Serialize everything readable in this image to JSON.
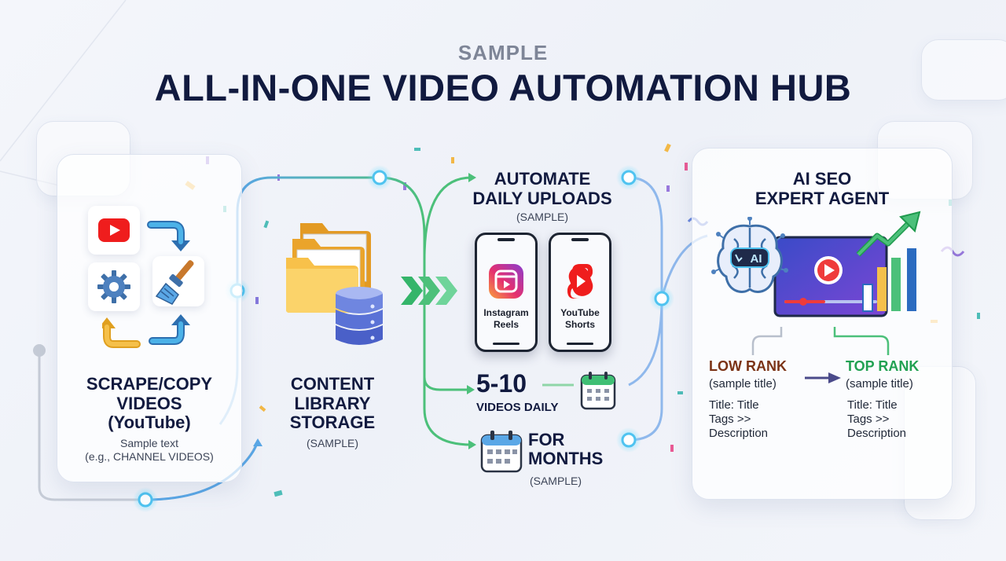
{
  "header": {
    "overline": "SAMPLE",
    "title": "ALL-IN-ONE VIDEO AUTOMATION HUB"
  },
  "scrape": {
    "title_line1": "SCRAPE/COPY",
    "title_line2": "VIDEOS",
    "title_line3": "(YouTube)",
    "note_line1": "Sample text",
    "note_line2": "(e.g., CHANNEL VIDEOS)"
  },
  "library": {
    "title_line1": "CONTENT",
    "title_line2": "LIBRARY",
    "title_line3": "STORAGE",
    "note": "(SAMPLE)"
  },
  "uploads": {
    "title_line1": "AUTOMATE",
    "title_line2": "DAILY UPLOADS",
    "note": "(SAMPLE)",
    "phone_left_line1": "Instagram",
    "phone_left_line2": "Reels",
    "phone_right_line1": "YouTube",
    "phone_right_line2": "Shorts",
    "count": "5-10",
    "count_label": "VIDEOS DAILY",
    "duration_line1": "FOR",
    "duration_line2": "MONTHS",
    "duration_note": "(SAMPLE)"
  },
  "seo": {
    "title_line1": "AI SEO",
    "title_line2": "EXPERT AGENT",
    "ai_badge": "AI",
    "low_title": "LOW RANK",
    "low_sub": "(sample title)",
    "low_line1": "Title: Title",
    "low_line2": "Tags >>",
    "low_line3": "Description",
    "top_title": "TOP RANK",
    "top_sub": "(sample title)",
    "top_line1": "Title: Title",
    "top_line2": "Tags >>",
    "top_line3": "Description"
  },
  "colors": {
    "title": "#111a3f",
    "flow_blue": "#5aa7e6",
    "flow_green": "#4cc07a",
    "low_rank": "#7b3316",
    "top_rank": "#21a152"
  },
  "icons": [
    "youtube-icon",
    "gear-icon",
    "broom-icon",
    "cycle-arrows-icon",
    "folder-icon",
    "database-icon",
    "chevron-arrows-icon",
    "instagram-reels-icon",
    "youtube-shorts-icon",
    "calendar-icon",
    "ai-brain-icon",
    "video-dashboard-icon",
    "growth-arrow-icon"
  ]
}
